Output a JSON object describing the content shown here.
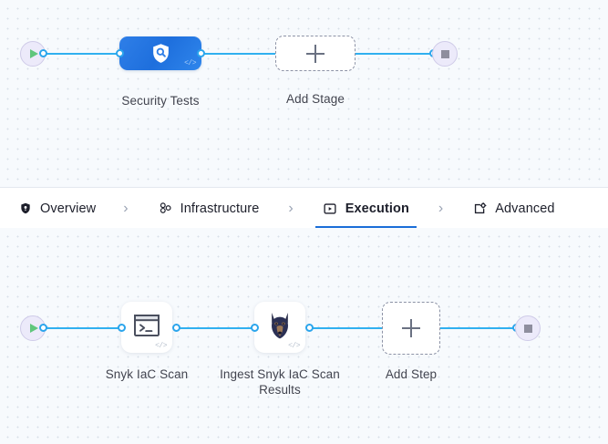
{
  "theme": {
    "canvas_bg": "#f7fafd",
    "dot_color": "#d8e0e9",
    "edge_color": "#30b0f0",
    "port_color": "#2ba5ec",
    "stage_blue": "#1e6fdd",
    "active_tab_underline": "#1a6ed8",
    "play_green": "#5fc67c",
    "stop_gray": "#8e8e9e",
    "terminal_circle_bg": "#eceafa"
  },
  "stage_pipeline": {
    "start_node": {
      "icon": "play-icon",
      "label": ""
    },
    "stage": {
      "label": "Security Tests",
      "icon": "shield-search-icon",
      "badge": "</>"
    },
    "add_stage": {
      "label": "Add Stage",
      "icon": "plus-icon"
    },
    "end_node": {
      "icon": "stop-icon",
      "label": ""
    }
  },
  "tabs": [
    {
      "label": "Overview",
      "icon": "shield-icon",
      "active": false
    },
    {
      "label": "Infrastructure",
      "icon": "cluster-nodes-icon",
      "active": false
    },
    {
      "label": "Execution",
      "icon": "play-box-icon",
      "active": true
    },
    {
      "label": "Advanced",
      "icon": "box-gear-icon",
      "active": false
    }
  ],
  "tab_separator": "›",
  "step_pipeline": {
    "start_node": {
      "icon": "play-icon",
      "label": ""
    },
    "steps": [
      {
        "label": "Snyk IaC Scan",
        "icon": "terminal-icon",
        "badge": "</>"
      },
      {
        "label": "Ingest Snyk IaC Scan Results",
        "icon": "snyk-doberman-icon",
        "badge": "</>"
      }
    ],
    "add_step": {
      "label": "Add Step",
      "icon": "plus-icon"
    },
    "end_node": {
      "icon": "stop-icon",
      "label": ""
    }
  }
}
